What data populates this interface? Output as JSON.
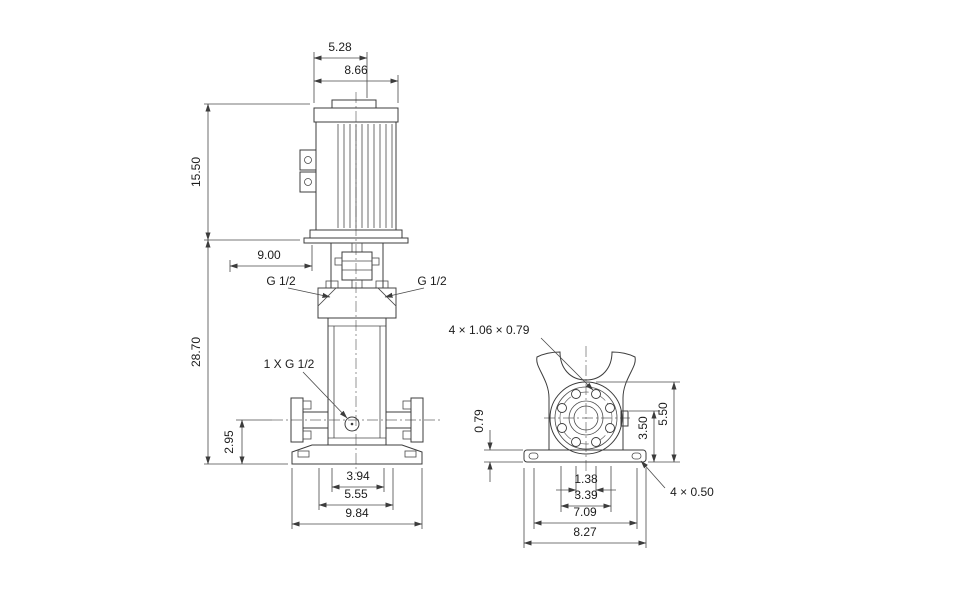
{
  "front_view": {
    "dim_cap_width": "5.28",
    "dim_motor_width": "8.66",
    "dim_motor_height": "15.50",
    "dim_clearance": "9.00",
    "port_left_label": "G 1/2",
    "port_right_label": "G 1/2",
    "dim_total_height": "28.70",
    "drain_label": "1 X G 1/2",
    "dim_port_height": "2.95",
    "dim_bolt_span": "3.94",
    "dim_head_width": "5.55",
    "dim_base_width": "9.84"
  },
  "side_view": {
    "flange_hole_note": "4 × 1.06 × 0.79",
    "dim_plate_thickness": "0.79",
    "dim_tab_height": "3.50",
    "dim_flange_top_height": "5.50",
    "dim_bolt_pitch": "1.38",
    "dim_bolt_outer": "3.39",
    "dim_hole_span": "7.09",
    "dim_plate_length": "8.27",
    "base_hole_note": "4 × 0.50"
  },
  "colors": {
    "line": "#3c3c3c",
    "background": "#ffffff"
  }
}
